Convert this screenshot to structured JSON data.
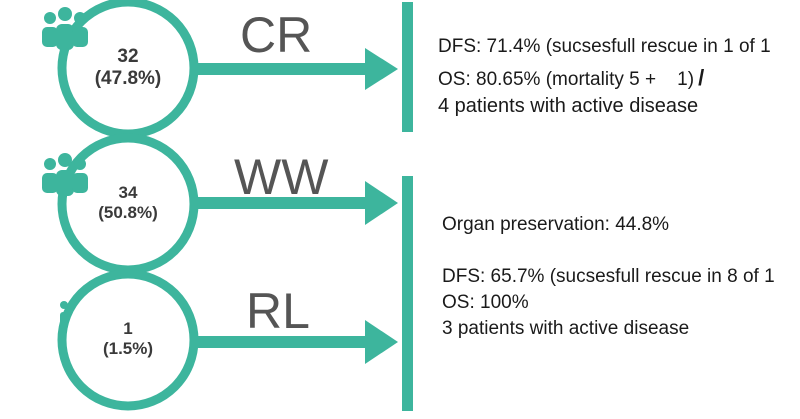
{
  "colors": {
    "accent": "#3db59d",
    "text": "#1a1a1a",
    "label": "#555555"
  },
  "groups": [
    {
      "label": "CR",
      "count": "32",
      "percent": "(47.8%)",
      "icon": "people-group-icon"
    },
    {
      "label": "WW",
      "count": "34",
      "percent": "(50.8%)",
      "icon": "people-group-icon"
    },
    {
      "label": "RL",
      "count": "1",
      "percent": "(1.5%)",
      "icon": "person-icon"
    }
  ],
  "cr_info": {
    "line1": "DFS: 71.4% (sucsesfull rescue in 1 of 1",
    "line2": "OS: 80.65% (mortality 5 +    1)",
    "line2_mark": "/",
    "line3": "4 patients with active disease"
  },
  "ww_info": {
    "organ": "Organ preservation: 44.8%",
    "line1": "DFS: 65.7% (sucsesfull rescue in 8 of 1",
    "line2": "OS: 100%",
    "line3": "3 patients with active disease"
  }
}
